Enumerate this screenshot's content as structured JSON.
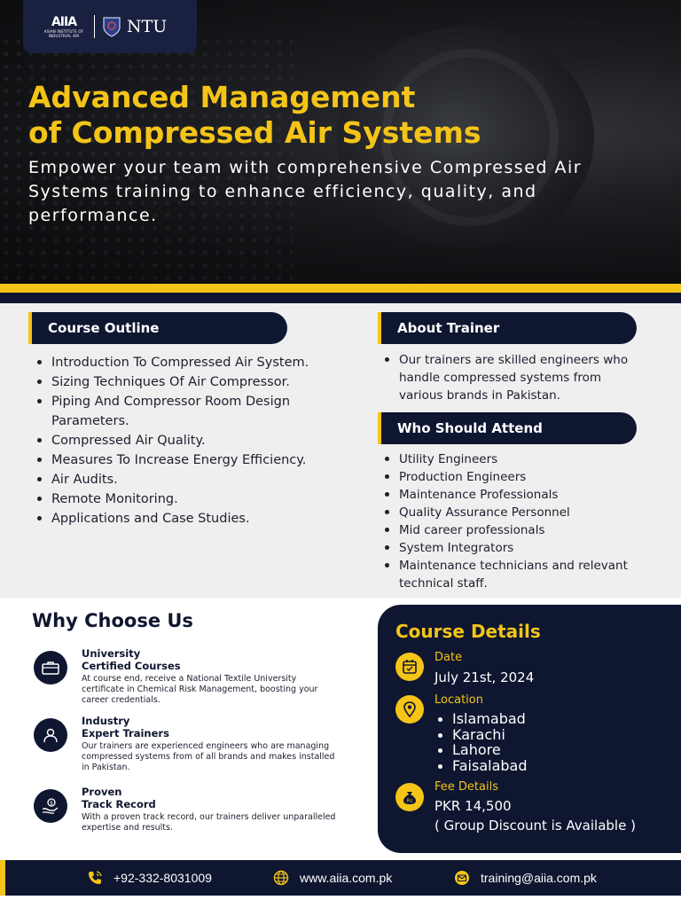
{
  "brand": {
    "aiia_mark": "AIIA",
    "aiia_sub": "ASIAN INSTITUTE OF INDUSTRIAL AIR",
    "ntu": "NTU"
  },
  "hero": {
    "title_line1": "Advanced Management",
    "title_line2": "of Compressed Air Systems",
    "subtitle": "Empower your team with comprehensive Compressed Air Systems training to enhance efficiency, quality, and performance."
  },
  "outline": {
    "heading": "Course Outline",
    "items": [
      "Introduction To Compressed Air System.",
      "Sizing Techniques Of Air Compressor.",
      "Piping And Compressor Room Design Parameters.",
      "Compressed Air Quality.",
      "Measures To Increase Energy Efficiency.",
      "Air Audits.",
      "Remote Monitoring.",
      "Applications and Case Studies."
    ]
  },
  "trainer": {
    "heading": "About Trainer",
    "items": [
      "Our trainers are skilled engineers who handle compressed systems from various brands in Pakistan."
    ]
  },
  "attend": {
    "heading": "Who Should Attend",
    "items": [
      "Utility Engineers",
      "Production Engineers",
      "Maintenance Professionals",
      "Quality Assurance Personnel",
      "Mid career professionals",
      "System Integrators",
      "Maintenance technicians and relevant technical staff."
    ]
  },
  "why": {
    "heading": "Why Choose Us",
    "features": [
      {
        "title_line1": "University",
        "title_line2": "Certified Courses",
        "desc": "At course end, receive a National Textile University certificate in Chemical Risk Management, boosting your career credentials.",
        "icon": "briefcase-icon"
      },
      {
        "title_line1": "Industry",
        "title_line2": "Expert Trainers",
        "desc": "Our trainers are experienced engineers who are managing compressed systems from of all brands and makes installed in Pakistan.",
        "icon": "user-icon"
      },
      {
        "title_line1": "Proven",
        "title_line2": "Track Record",
        "desc": "With a proven track record, our trainers deliver unparalleled expertise and results.",
        "icon": "hand-coin-icon"
      }
    ]
  },
  "details": {
    "heading": "Course Details",
    "date_label": "Date",
    "date_value": "July 21st, 2024",
    "location_label": "Location",
    "locations": [
      "Islamabad",
      "Karachi",
      "Lahore",
      "Faisalabad"
    ],
    "fee_label": "Fee Details",
    "fee_value": "PKR 14,500",
    "fee_note": "( Group Discount is Available )"
  },
  "footer": {
    "phone": "+92-332-8031009",
    "website": "www.aiia.com.pk",
    "email": "training@aiia.com.pk"
  },
  "colors": {
    "accent": "#f4c418",
    "navy": "#0f1630",
    "panel": "#efefef"
  }
}
